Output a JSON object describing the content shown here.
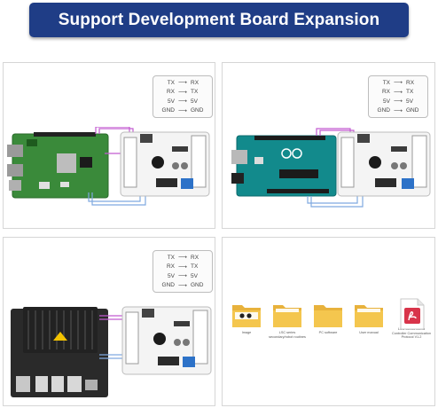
{
  "banner": {
    "title": "Support Development Board Expansion"
  },
  "pin_map": [
    {
      "from": "TX",
      "to": "RX"
    },
    {
      "from": "RX",
      "to": "TX"
    },
    {
      "from": "5V",
      "to": "5V"
    },
    {
      "from": "GND",
      "to": "GND"
    }
  ],
  "arrow": "⟶",
  "folders": [
    {
      "label": "Image"
    },
    {
      "label": "LSC series secondary/robot routines"
    },
    {
      "label": "PC software"
    },
    {
      "label": "User manual"
    },
    {
      "label": "LSC Series Servo Controller Communication Protocol V1.2"
    }
  ],
  "colors": {
    "banner": "#1f3d86",
    "raspberry_pcb": "#3a8a3a",
    "arduino_pcb": "#128a8c",
    "jetson_heatsink": "#222222",
    "controller_board": "#f4f4f4",
    "folder": "#f0c04a",
    "pdf": "#d8344a"
  }
}
